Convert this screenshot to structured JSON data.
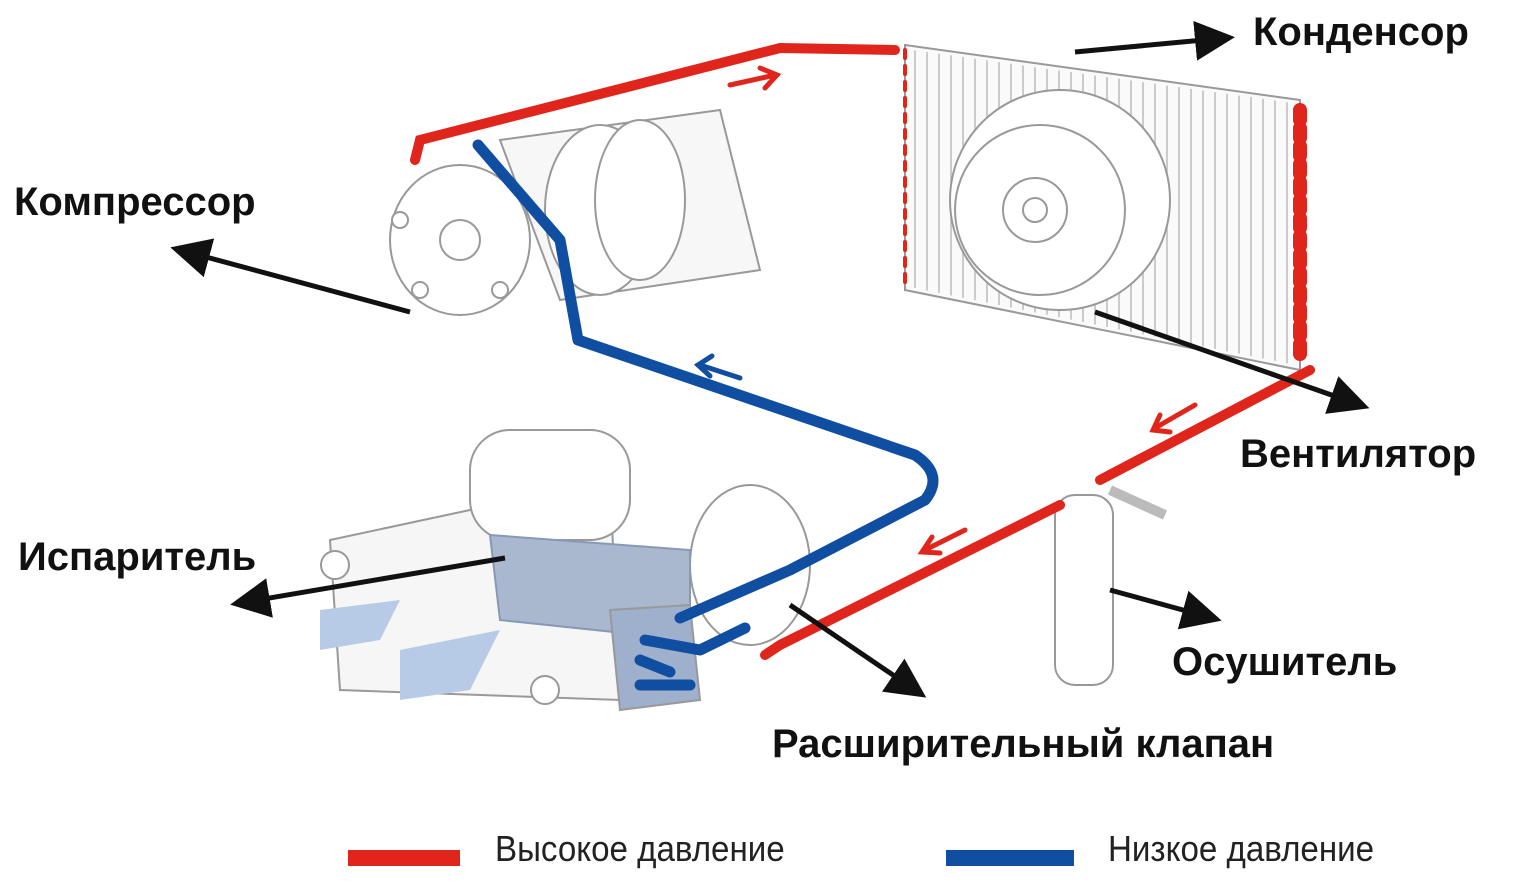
{
  "labels": {
    "condenser": "Конденсор",
    "compressor": "Компрессор",
    "fan": "Вентилятор",
    "evaporator": "Испаритель",
    "drier": "Осушитель",
    "expansion_valve": "Расширительный клапан"
  },
  "legend": [
    {
      "label": "Высокое давление",
      "color": "#e0261c"
    },
    {
      "label": "Низкое давление",
      "color": "#0f4ea0"
    }
  ],
  "colors": {
    "high": "#e0261c",
    "low": "#0f4ea0",
    "outline": "#888888"
  }
}
